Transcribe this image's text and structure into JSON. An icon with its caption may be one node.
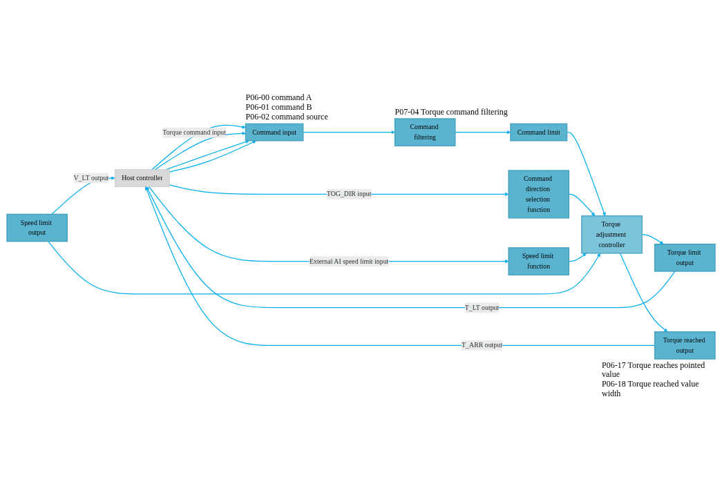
{
  "diagram": {
    "nodes": [
      {
        "text": [
          "Host controller"
        ]
      },
      {
        "text": [
          "Command input"
        ],
        "beside": [
          "P06-00 command A",
          "P06-01 command B",
          "P06-02 command source"
        ]
      },
      {
        "text": [
          "Command filtering"
        ],
        "beside": [
          "P07-04 Torque command filtering"
        ]
      },
      {
        "text": [
          "Command limit"
        ]
      },
      {
        "text": [
          "Command direction selection function"
        ]
      },
      {
        "text": [
          "Speed limit function"
        ]
      },
      {
        "text": [
          "Speed limit output"
        ]
      },
      {
        "text": [
          "Torque limit output"
        ]
      },
      {
        "text": [
          "Torque reached output"
        ],
        "beside": [
          "P06-17 Torque reaches pointed value",
          "P06-18 Torque reached value width"
        ]
      },
      {
        "text": [
          "Torque adjustment controller"
        ]
      }
    ],
    "edges": [
      {
        "from": 0,
        "to": 1,
        "arrow": "to",
        "label": "Torque command input"
      },
      {
        "from": 0,
        "to": 1,
        "arrow": "to"
      },
      {
        "from": 0,
        "to": 1,
        "arrow": "to"
      },
      {
        "from": 0,
        "to": 1,
        "arrow": "to"
      },
      {
        "from": 1,
        "to": 2,
        "arrow": "to"
      },
      {
        "from": 2,
        "to": 3,
        "arrow": "to"
      },
      {
        "from": 3,
        "to": 9,
        "arrow": "to"
      },
      {
        "from": 0,
        "to": 4,
        "arrow": "to",
        "label": "TOG_DIR input"
      },
      {
        "from": 4,
        "to": 9,
        "arrow": "to"
      },
      {
        "from": 0,
        "to": 5,
        "arrow": "to",
        "label": "External AI speed limit input"
      },
      {
        "from": 5,
        "to": 9,
        "arrow": "to"
      },
      {
        "from": 6,
        "to": 0,
        "arrow": "to",
        "label": "V_LT output"
      },
      {
        "from": 6,
        "to": 9,
        "arrow": "to"
      },
      {
        "from": 9,
        "to": 7,
        "arrow": "to"
      },
      {
        "from": 7,
        "to": 0,
        "arrow": "to",
        "label": "T_LT output"
      },
      {
        "from": 9,
        "to": 8,
        "arrow": "to"
      },
      {
        "from": 8,
        "to": 0,
        "arrow": "to",
        "label": "T_ARR output"
      }
    ]
  }
}
